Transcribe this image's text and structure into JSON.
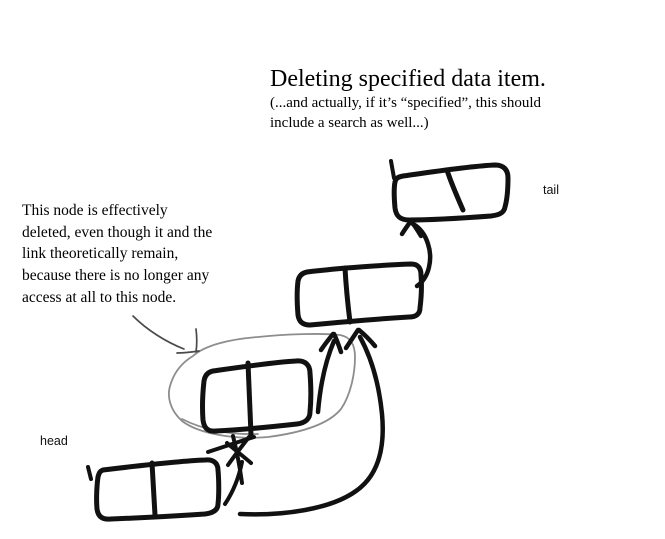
{
  "title": "Deleting specified data item.",
  "subtitle": [
    "(...and actually, if it’s “specified”, this should",
    "include a search as well...)"
  ],
  "annotation": {
    "lines": [
      "This node is effectively",
      "deleted, even though it and the",
      "link theoretically remain,",
      "because there is no longer any",
      "access at all to this node."
    ]
  },
  "labels": {
    "head": "head",
    "tail": "tail"
  },
  "diagram": {
    "nodes": [
      "head-node",
      "deleted-node",
      "middle-node",
      "tail-node"
    ],
    "links": [
      {
        "from": "head-node",
        "to": "deleted-node",
        "status": "crossed-out"
      },
      {
        "from": "head-node",
        "to": "middle-node",
        "status": "new-bypass-link"
      },
      {
        "from": "deleted-node",
        "to": "middle-node",
        "status": "theoretically-remaining"
      },
      {
        "from": "middle-node",
        "to": "tail-node",
        "status": "existing"
      }
    ]
  },
  "colors": {
    "ink": "#111111",
    "thin_ink": "#4a4a4a",
    "bubble": "#8d8d8d",
    "background": "#ffffff"
  }
}
